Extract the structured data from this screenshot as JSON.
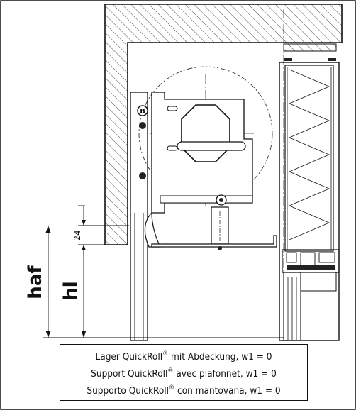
{
  "dimensions": {
    "haf_label": "haf",
    "hl_label": "hl",
    "offset_value": "24"
  },
  "component_marks": {
    "bolt_label": "B"
  },
  "caption": {
    "line1": {
      "before": "Lager QuickRoll",
      "mark": "®",
      "after": " mit Abdeckung, w1 = 0"
    },
    "line2": {
      "before": "Support QuickRoll",
      "mark": "®",
      "after": " avec plafonnet, w1 = 0"
    },
    "line3": {
      "before": "Supporto QuickRoll",
      "mark": "®",
      "after": " con mantovana,  w1 = 0"
    }
  }
}
